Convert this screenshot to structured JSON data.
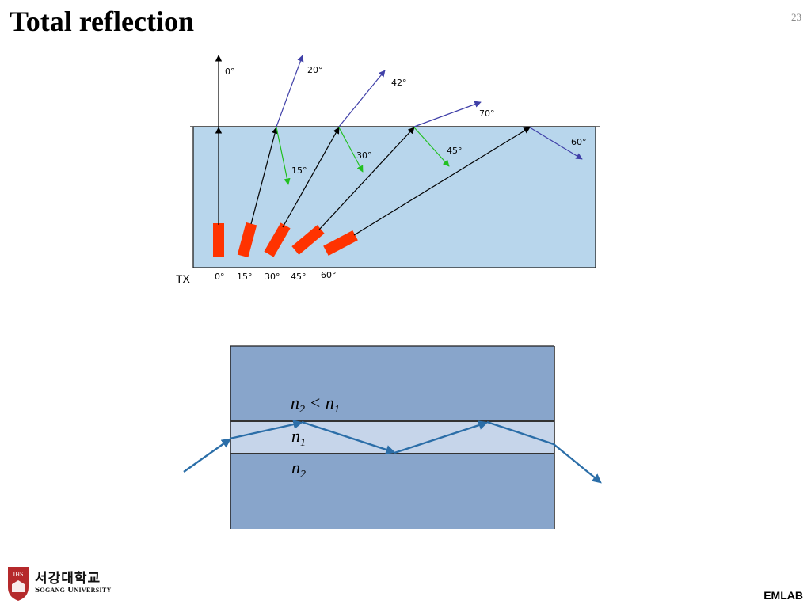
{
  "slide": {
    "title": "Total reflection",
    "page_number": "23",
    "footer_label": "EMLAB"
  },
  "logo": {
    "korean": "서강대학교",
    "english": "Sogang University",
    "seal_text": "IHS",
    "seal_color": "#b5292b"
  },
  "figure_top": {
    "water_color": "#b8d6ec",
    "incident_color": "#000000",
    "transmitted_color": "#4040a8",
    "reflected_color": "#22c022",
    "transducer_color": "#ff3300",
    "tx_label": "TX",
    "tx_angles": [
      "0°",
      "15°",
      "30°",
      "45°",
      "60°"
    ],
    "transmitted_labels": [
      "0°",
      "20°",
      "42°",
      "70°",
      "60°"
    ],
    "reflected_labels": [
      "15°",
      "30°",
      "45°"
    ]
  },
  "figure_bottom": {
    "outer_color": "#88a5cb",
    "core_color": "#c6d5ea",
    "arrow_color": "#2b6ea8",
    "label_top": "n2 < n1",
    "label_core": "n1",
    "label_bottom": "n2"
  }
}
